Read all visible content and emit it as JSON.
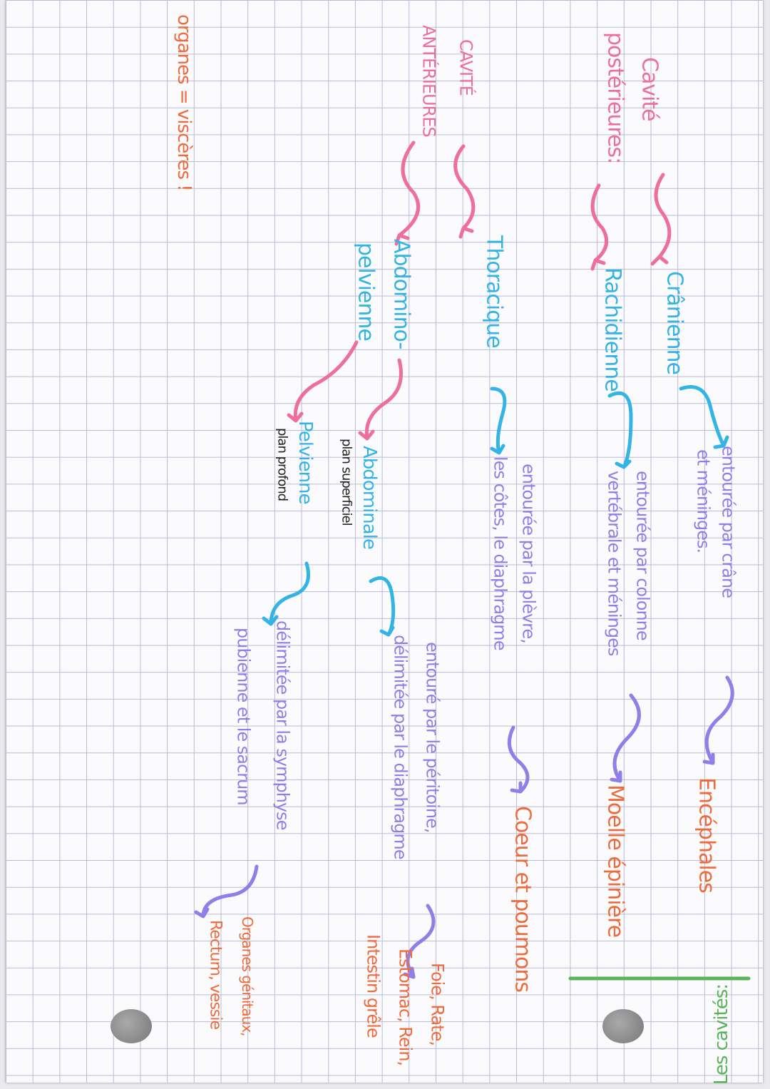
{
  "title": "Les cavités:",
  "posterior": {
    "heading": "Cavité",
    "heading2": "postérieures:",
    "cranial": {
      "name": "Crânienne",
      "desc": [
        "entourée par crâne",
        "et méninges."
      ],
      "organs": "Encéphales"
    },
    "spinal": {
      "name": "Rachidienne",
      "desc": [
        "entourée par colonne",
        "vertébrale et méninges"
      ],
      "organs": "Moelle épinière"
    }
  },
  "anterior": {
    "heading": "CAVITÉ",
    "heading2": "ANTÉRIEURES",
    "thoracic": {
      "name": "Thoracique",
      "desc": [
        "entourée par la plèvre,",
        "les côtes, le diaphragme"
      ],
      "organs": "Coeur et poumons"
    },
    "abdominopelvic": {
      "name": [
        "Abdomino-",
        "pelvienne"
      ],
      "abdominal": {
        "name": "Abdominale",
        "plan": "plan superficiel",
        "desc": [
          "entouré par le péritoine,",
          "délimitée par le diaphragme"
        ],
        "organs": [
          "Foie, Rate,",
          "Estomac, Rein,",
          "Intestin grêle"
        ]
      },
      "pelvic": {
        "name": "Pelvienne",
        "plan": "plan profond",
        "desc": [
          "délimitée par la symphyse",
          "pubienne et le sacrum"
        ],
        "organs": [
          "Organes génitaux,",
          "Rectum, vessie"
        ]
      }
    }
  },
  "note": "organes = viscères !",
  "colors": {
    "pink": "#ec6f9c",
    "blue": "#34b4e6",
    "purple": "#8f7fe6",
    "orange": "#f06a3c",
    "green": "#5bb25b"
  }
}
